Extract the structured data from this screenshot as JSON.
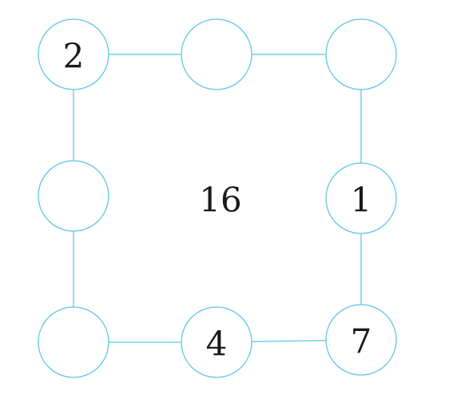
{
  "diagram": {
    "center_value": "16",
    "line_color": "#5ec8e6",
    "circles": [
      {
        "id": "top-left",
        "value": "2"
      },
      {
        "id": "top-middle",
        "value": ""
      },
      {
        "id": "top-right",
        "value": ""
      },
      {
        "id": "middle-left",
        "value": ""
      },
      {
        "id": "middle-right",
        "value": "1"
      },
      {
        "id": "bottom-left",
        "value": ""
      },
      {
        "id": "bottom-middle",
        "value": "4"
      },
      {
        "id": "bottom-right",
        "value": "7"
      }
    ]
  }
}
